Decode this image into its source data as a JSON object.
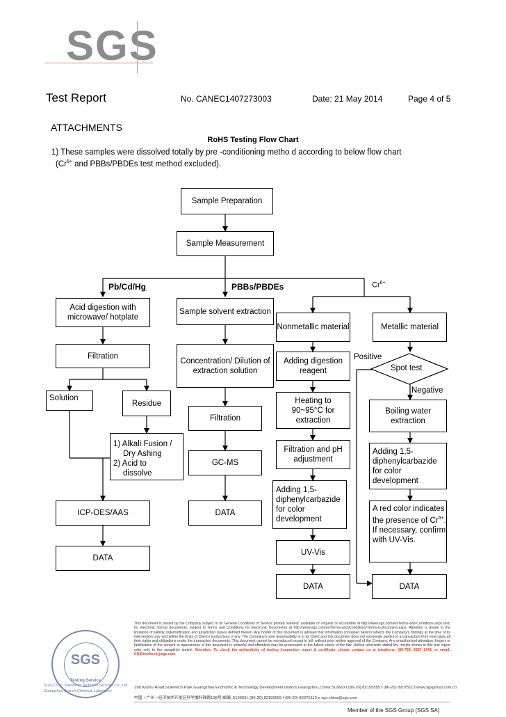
{
  "logo": {
    "text": "SGS"
  },
  "header": {
    "title": "Test Report",
    "number": "No. CANEC1407273003",
    "date": "Date: 21 May 2014",
    "page": "Page 4 of 5"
  },
  "section": {
    "heading": "ATTACHMENTS",
    "flow_title": "RoHS Testing Flow Chart"
  },
  "intro": {
    "line1": "1) These samples were dissolved totally by pre -conditioning metho d according to below flow chart",
    "line2_pre": "(Cr",
    "line2_sup": "6+",
    "line2_post": " and PBBs/PBDEs test method excluded)."
  },
  "flow": {
    "sample_prep": "Sample Preparation",
    "sample_meas": "Sample Measurement",
    "branch_pb": "Pb/Cd/Hg",
    "branch_pbb": "PBBs/PBDEs",
    "branch_cr": "Cr",
    "branch_cr_sup": "6+",
    "acid_digestion": "Acid digestion with microwave/ hotplate",
    "filtration1": "Filtration",
    "solution": "Solution",
    "residue": "Residue",
    "alkali_1": "1) Alkali Fusion /",
    "alkali_2": "Dry Ashing",
    "alkali_3": "2) Acid to",
    "alkali_4": "dissolve",
    "icp": "ICP-OES/AAS",
    "data1": "DATA",
    "solvent_extraction": "Sample solvent extraction",
    "concentration": "Concentration/ Dilution of extraction solution",
    "filtration2": "Filtration",
    "gcms": "GC-MS",
    "data2": "DATA",
    "nonmetallic": "Nonmetallic material",
    "adding_digestion": "Adding digestion reagent",
    "heating": "Heating to 90~95°C for extraction",
    "filtration_ph": "Filtration and pH adjustment",
    "adding_dpc_a": "Adding 1,5-diphenylcarbazide for color development",
    "uvvis": "UV-Vis",
    "data3": "DATA",
    "metallic": "Metallic material",
    "positive": "Positive",
    "spot_test": "Spot test",
    "negative": "Negative",
    "boiling": "Boiling water extraction",
    "adding_dpc_b": "Adding 1,5-diphenylcarbazide for color development",
    "red_color_1": "A red color indicates the presence of Cr",
    "red_color_sup": "6+",
    "red_color_2": ". If necessary, confirm with UV-Vis.",
    "data4": "DATA"
  },
  "footer": {
    "disclaimer": "This document is issued by the Company subject to its General Conditions of Service printed overleaf, available on request or accessible at http://www.sgs.com/en/Terms-and-Conditions.aspx and, for electronic format documents, subject to Terms and Conditions for Electronic Documents at http://www.sgs.com/en/Terms-and-Conditions/Terms-e-Document.aspx. Attention is drawn to the limitation of liability, indemnification and jurisdiction issues defined therein. Any holder of this document is advised that information contained hereon reflects the Company's findings at the time of its intervention only and within the limits of Client's instructions, if any. The Company's sole responsibility is to its Client and this document does not exonerate parties to a transaction from exercising all their rights and obligations under the transaction documents. This document cannot be reproduced except in full, without prior written approval of the Company. Any unauthorized alteration, forgery or falsification of the content or appearance of this document is unlawful and offenders may be prosecuted to the fullest extent of the law. Unless otherwise stated the results shown in this test report refer only to the sample(s) tested.",
    "attention": "Attention: To check the authenticity of testing /inspection report & certificate, please contact us at telephone: (86-755) 8307 1443, or email: CN.Doccheck@sgs.com",
    "address_en": "198 Kezhu Road,Scientech Park Guangzhou Economic & Technology Development District,Guangzhou,China  510663   t (86-20) 82155555   f (86-20) 82075113   www.sgsgroup.com.cn",
    "address_cn": "中国・广州・经济技术开发区科学城科珠路198号          邮编: 510663   t (86-20) 82155555   f (86-20) 82075113   e  sgs.china@sgs.com",
    "stamp_text": "SGS",
    "stamp_sub": "Testing Service",
    "stamp_left": "SGS-CSTC Standards Technical Services Co., Ltd.",
    "stamp_left2": "Guangzhou Branch Chemical Laboratory",
    "member": "Member of the SGS Group (SGS SA)"
  }
}
